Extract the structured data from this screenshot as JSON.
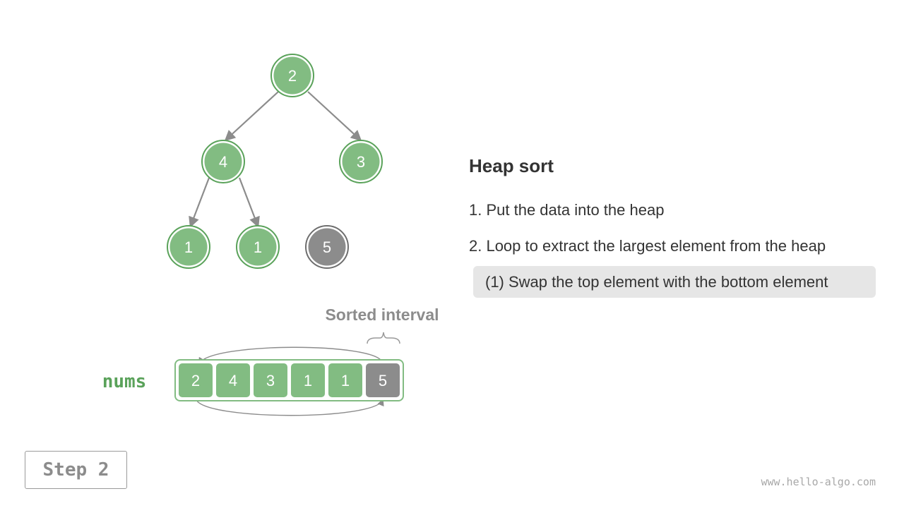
{
  "colors": {
    "node_fill": "#82bc82",
    "node_ring": "#5aa25a",
    "sorted_fill": "#8c8c8c",
    "edge": "#8c8c8c",
    "nums_label": "#5aa25a"
  },
  "tree": {
    "nodes": [
      {
        "value": "2",
        "state": "active"
      },
      {
        "value": "4",
        "state": "active"
      },
      {
        "value": "3",
        "state": "active"
      },
      {
        "value": "1",
        "state": "active"
      },
      {
        "value": "1",
        "state": "active"
      },
      {
        "value": "5",
        "state": "sorted"
      }
    ]
  },
  "array": {
    "label": "nums",
    "cells": [
      {
        "value": "2",
        "state": "active"
      },
      {
        "value": "4",
        "state": "active"
      },
      {
        "value": "3",
        "state": "active"
      },
      {
        "value": "1",
        "state": "active"
      },
      {
        "value": "1",
        "state": "active"
      },
      {
        "value": "5",
        "state": "sorted"
      }
    ],
    "sorted_interval_label": "Sorted interval"
  },
  "panel": {
    "title": "Heap sort",
    "step1": "1. Put the data into the heap",
    "step2": "2. Loop to extract the largest element from the heap",
    "substep": "(1) Swap the top element with the bottom element"
  },
  "step_label": "Step 2",
  "watermark": "www.hello-algo.com"
}
